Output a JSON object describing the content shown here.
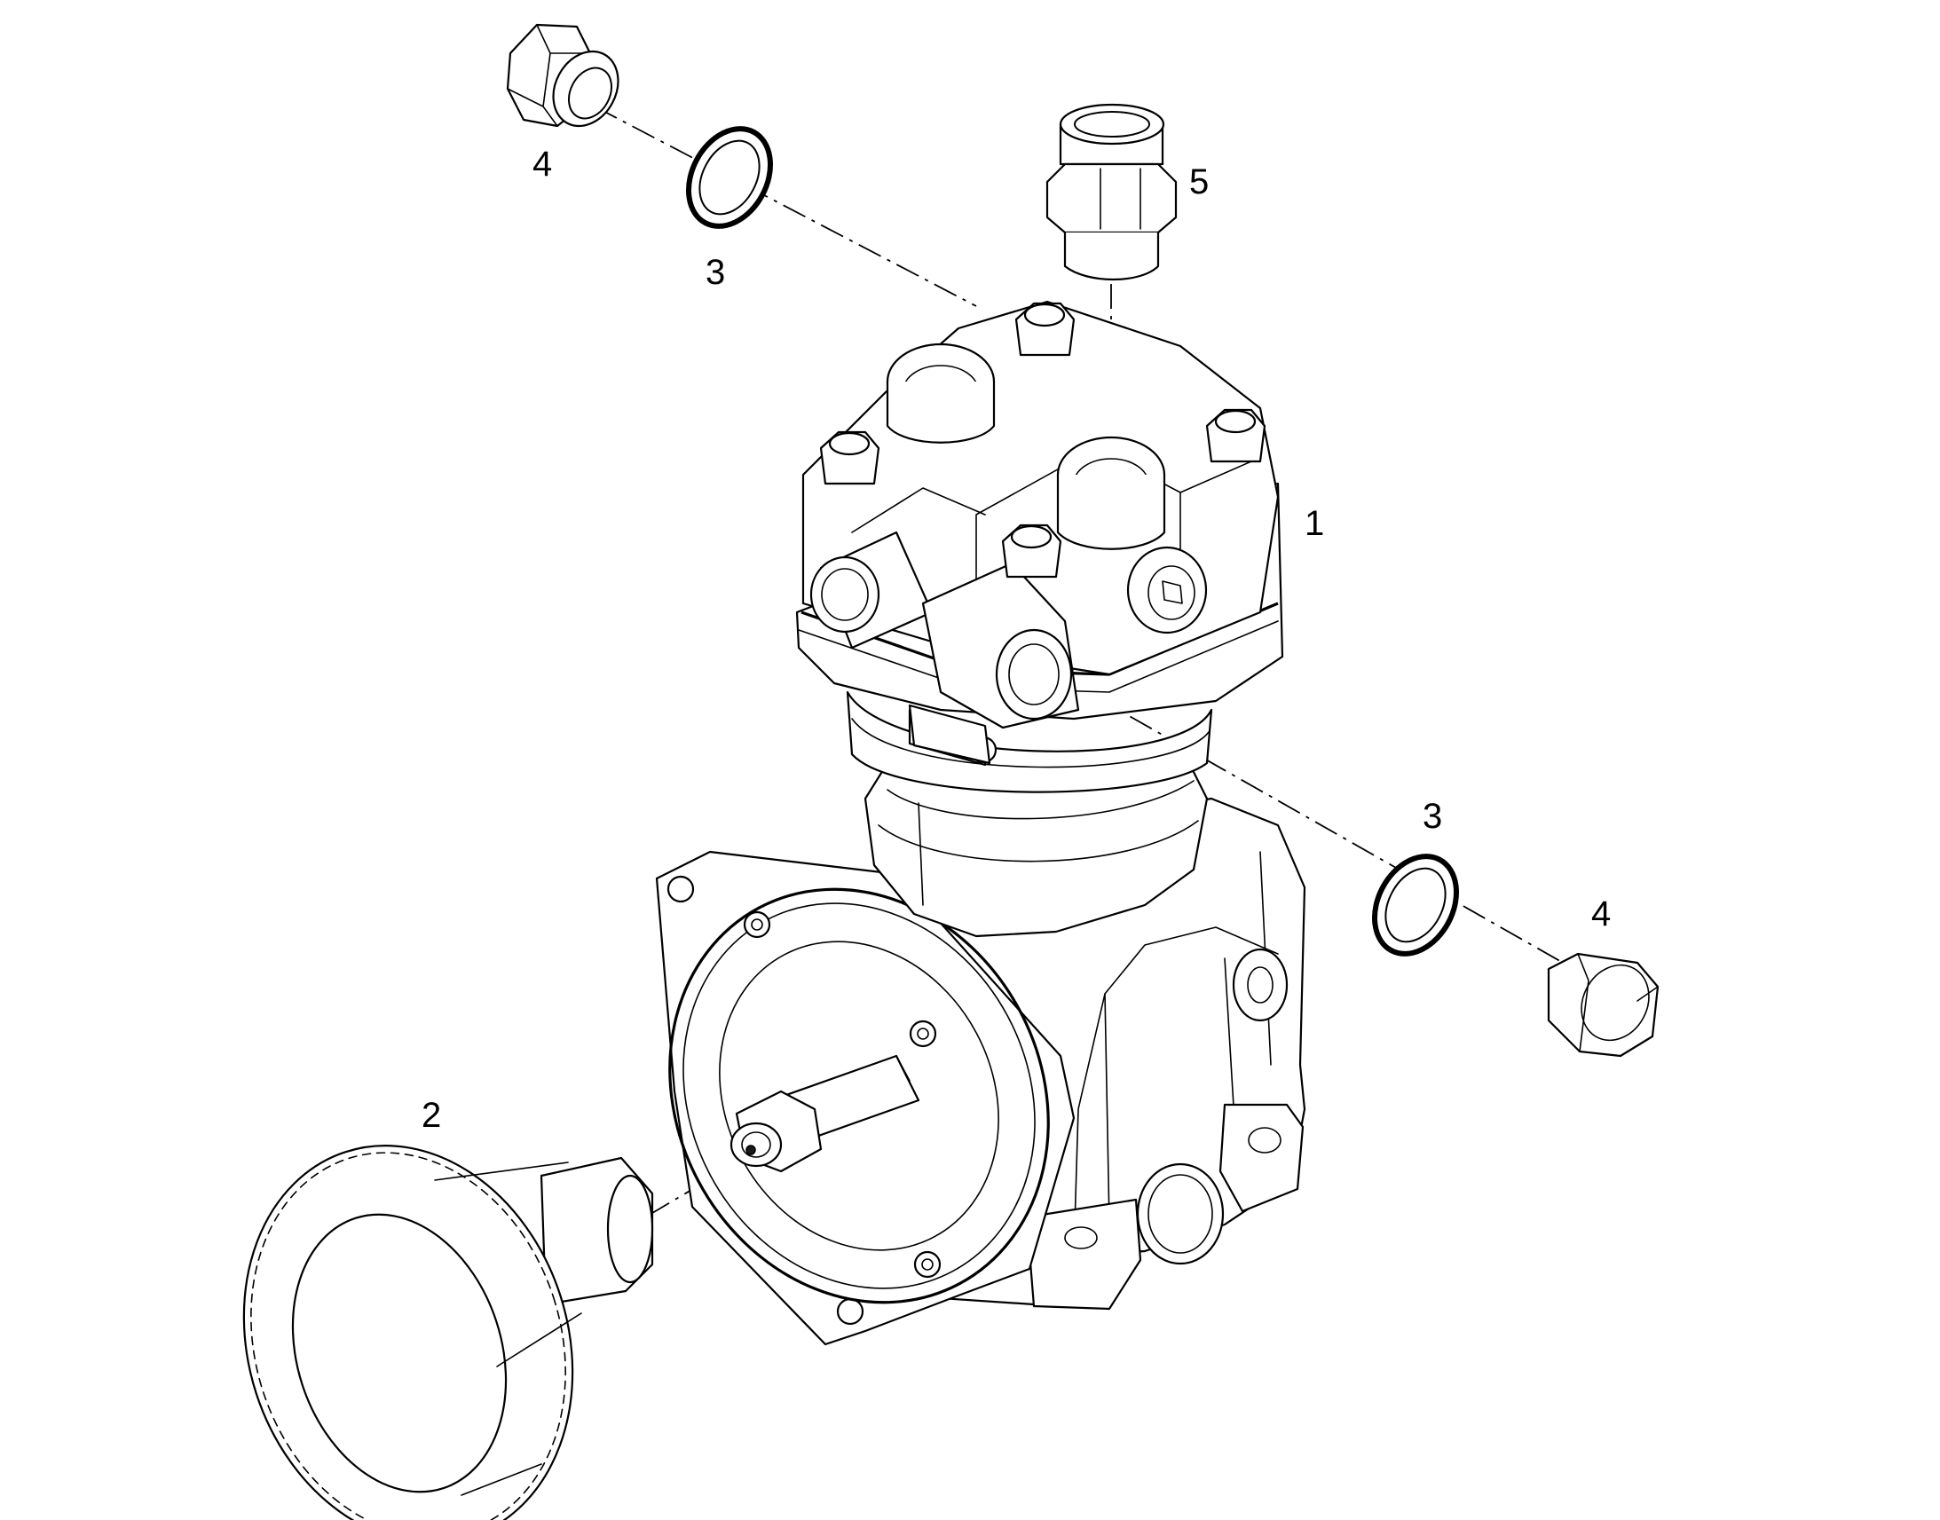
{
  "diagram": {
    "callouts": {
      "c1": "1",
      "c2": "2",
      "c3_upper": "3",
      "c3_lower": "3",
      "c4_upper": "4",
      "c4_lower": "4",
      "c5": "5"
    }
  }
}
